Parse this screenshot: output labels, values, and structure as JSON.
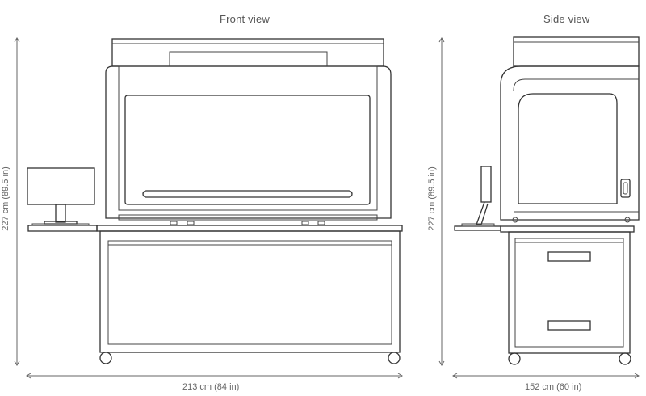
{
  "views": {
    "front": {
      "title": "Front view",
      "width_label": "213 cm (84 in)",
      "height_label": "227 cm (89.5 in)"
    },
    "side": {
      "title": "Side view",
      "width_label": "152 cm (60 in)",
      "height_label": "227 cm (89.5 in)"
    }
  },
  "colors": {
    "line": "#333333",
    "dimension": "#666666",
    "background": "#ffffff"
  }
}
